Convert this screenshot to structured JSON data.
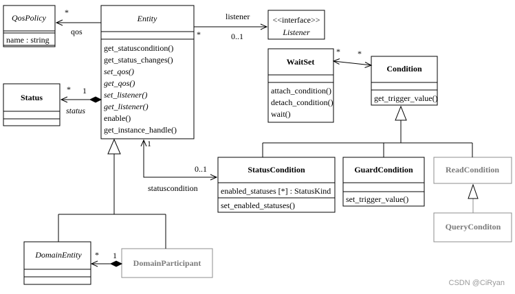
{
  "qospolicy": {
    "name": "QosPolicy",
    "attribute": "name : string"
  },
  "entity": {
    "name": "Entity",
    "operations": [
      {
        "text": "get_statuscondition()",
        "italic": false
      },
      {
        "text": "get_status_changes()",
        "italic": false
      },
      {
        "text": "set_qos()",
        "italic": true
      },
      {
        "text": "get_qos()",
        "italic": true
      },
      {
        "text": "set_listener()",
        "italic": true
      },
      {
        "text": "get_listener()",
        "italic": true
      },
      {
        "text": "enable()",
        "italic": false
      },
      {
        "text": "get_instance_handle()",
        "italic": false
      }
    ]
  },
  "listener": {
    "stereotype": "<<interface>>",
    "name": "Listener"
  },
  "waitset": {
    "name": "WaitSet",
    "operations": [
      "attach_condition()",
      "detach_condition()",
      "wait()"
    ]
  },
  "condition": {
    "name": "Condition",
    "operations": [
      "get_trigger_value()"
    ]
  },
  "status": {
    "name": "Status"
  },
  "statuscondition": {
    "name": "StatusCondition",
    "attribute": "enabled_statuses [*] : StatusKind",
    "operations": [
      "set_enabled_statuses()"
    ]
  },
  "guardcondition": {
    "name": "GuardCondition",
    "operations": [
      "set_trigger_value()"
    ]
  },
  "readcondition": {
    "name": "ReadCondition"
  },
  "querycondition": {
    "name": "QueryConditon"
  },
  "domainentity": {
    "name": "DomainEntity"
  },
  "domainparticipant": {
    "name": "DomainParticipant"
  },
  "labels": {
    "qos_mult_star": "*",
    "qos_role": "qos",
    "qos_entity_star": "*",
    "listener_role": "listener",
    "listener_mult": "0..1",
    "waitset_star": "*",
    "condition_star": "*",
    "status_star": "*",
    "status_one": "1",
    "status_role": "status",
    "statuscond_one": "1",
    "statuscond_mult": "0..1",
    "statuscond_role": "statuscondition",
    "domain_star": "*",
    "domain_one": "1"
  },
  "watermark": "CSDN @CiRyan"
}
